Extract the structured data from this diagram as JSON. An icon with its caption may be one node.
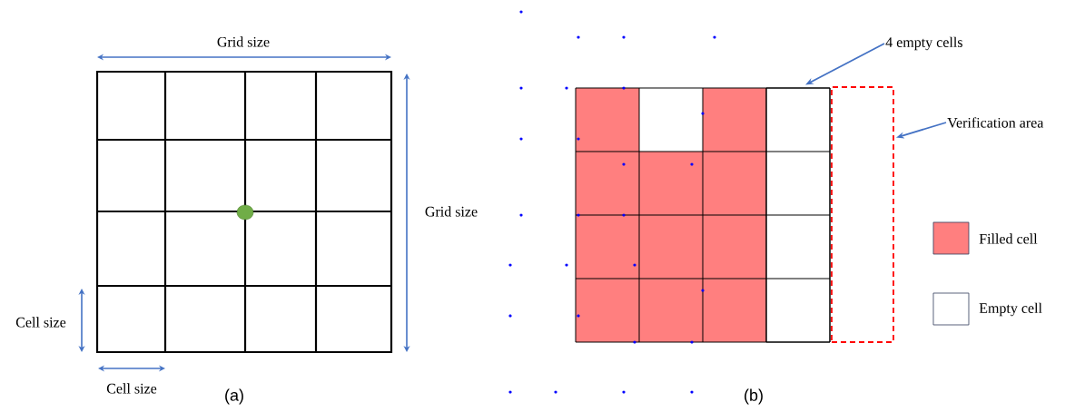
{
  "diagram": {
    "nodes": [
      {
        "text": [
          "4 empty cells"
        ]
      },
      {
        "text": [],
        "shape": "box"
      },
      {
        "text": [
          "Verification area"
        ]
      },
      {
        "text": [],
        "shape": "box"
      }
    ],
    "edges": [
      {
        "from": 0,
        "to": 1,
        "arrow": "to"
      },
      {
        "from": 2,
        "to": 3,
        "arrow": "to"
      }
    ],
    "labels": [
      "Grid size",
      "Grid size",
      "Cell size",
      "Cell size",
      "(a)",
      "(b)"
    ],
    "legend": [
      {
        "text": "Filled cell",
        "color": "#ff7f7f"
      },
      {
        "text": "Empty cell"
      }
    ]
  }
}
